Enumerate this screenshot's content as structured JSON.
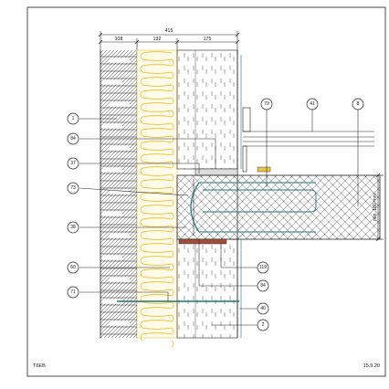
{
  "dimensions": {
    "total": "415",
    "brick": "108",
    "insulation": "132",
    "inner_wall": "175",
    "slab_thickness": "min. 180 mm"
  },
  "callouts": {
    "c1": "1",
    "c84a": "84",
    "c37": "37",
    "c73": "73",
    "c38": "38",
    "c60": "60",
    "c71": "71",
    "c79": "79",
    "c41": "41",
    "c8": "8",
    "c119": "119",
    "c84b": "84",
    "c40": "40",
    "c2": "2"
  },
  "footer": {
    "left": "T6EB",
    "right": "15.9.20"
  },
  "colors": {
    "line": "#222222",
    "insulation": "#e8c64a",
    "membrane": "#1a7a70",
    "bearing": "#a0503a",
    "slab_hatch": "#555555"
  }
}
